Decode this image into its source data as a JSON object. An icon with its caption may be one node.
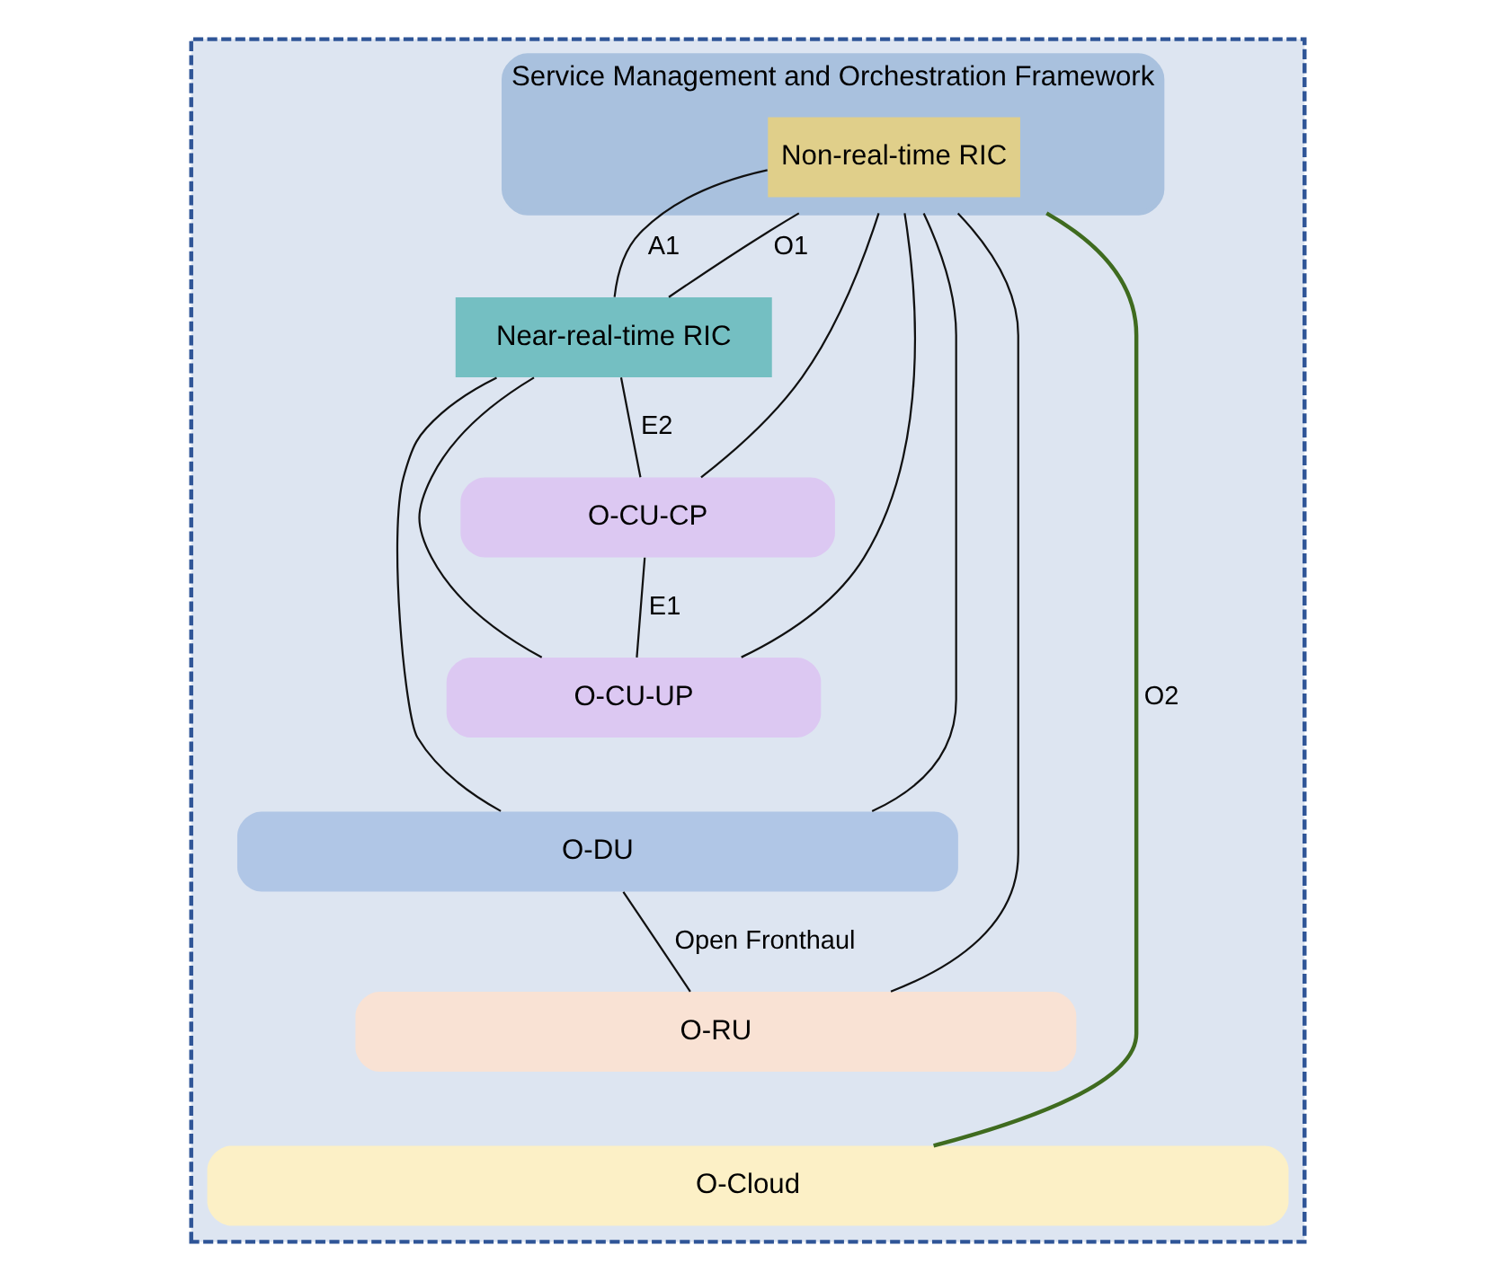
{
  "diagram": {
    "nodes": [
      {
        "text": [],
        "shape": "box"
      },
      {
        "text": [
          "Service Management and Orchestration Framework"
        ],
        "in": 0
      },
      {
        "text": [
          "Non-real-time RIC"
        ],
        "in": 1
      },
      {
        "text": [
          "Near-real-time RIC"
        ],
        "in": 0
      },
      {
        "text": [
          "O-CU-CP"
        ],
        "in": 0
      },
      {
        "text": [
          "O-CU-UP"
        ],
        "in": 0
      },
      {
        "text": [
          "O-DU"
        ],
        "in": 0
      },
      {
        "text": [
          "O-RU"
        ],
        "in": 0
      },
      {
        "text": [
          "O-Cloud"
        ],
        "in": 0
      }
    ],
    "edges": [
      {
        "from": 2,
        "to": 3,
        "arrow": "none",
        "label": "A1"
      },
      {
        "from": 1,
        "to": 3,
        "arrow": "none",
        "label": "O1"
      },
      {
        "from": 1,
        "to": 4,
        "arrow": "none"
      },
      {
        "from": 1,
        "to": 5,
        "arrow": "none"
      },
      {
        "from": 1,
        "to": 6,
        "arrow": "none"
      },
      {
        "from": 1,
        "to": 7,
        "arrow": "none"
      },
      {
        "from": 3,
        "to": 4,
        "arrow": "none",
        "label": "E2"
      },
      {
        "from": 3,
        "to": 5,
        "arrow": "none"
      },
      {
        "from": 3,
        "to": 6,
        "arrow": "none"
      },
      {
        "from": 4,
        "to": 5,
        "arrow": "none",
        "label": "E1"
      },
      {
        "from": 6,
        "to": 7,
        "arrow": "none",
        "label": "Open Fronthaul"
      },
      {
        "from": 1,
        "to": 8,
        "arrow": "none",
        "label": "O2",
        "color": "#3f6b1f"
      }
    ]
  }
}
